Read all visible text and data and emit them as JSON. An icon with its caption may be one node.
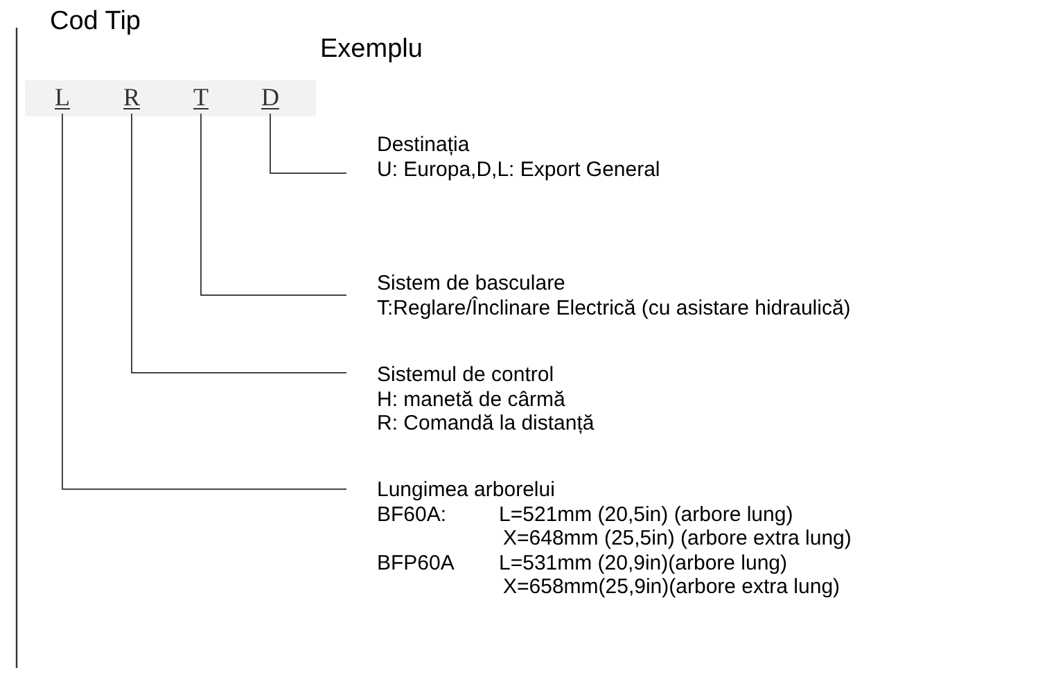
{
  "diagram": {
    "title": "Cod Tip",
    "nodes": [
      {
        "text": [
          "L"
        ]
      },
      {
        "text": [
          "R"
        ]
      },
      {
        "text": [
          "T"
        ]
      },
      {
        "text": [
          "D"
        ]
      },
      {
        "text": [
          "Destinația",
          "U: Europa,D,L: Export General"
        ]
      },
      {
        "text": [
          "Sistem de basculare",
          "T:Reglare/Înclinare Electrică (cu asistare hidraulică)"
        ]
      },
      {
        "text": [
          "Sistemul de control",
          "H:  manetă de cârmă",
          "R:  Comandă la distanță"
        ]
      },
      {
        "text": [
          "Lungimea arborelui",
          "BF60A:",
          "L=521mm (20,5in) (arbore lung)",
          "X=648mm (25,5in) (arbore extra lung)",
          "BFP60A",
          "L=531mm (20,9in)(arbore lung)",
          "X=658mm(25,9in)(arbore extra lung)"
        ]
      }
    ],
    "edges": [
      {
        "from": 3,
        "to": 4,
        "arrow": "none"
      },
      {
        "from": 2,
        "to": 5,
        "arrow": "none"
      },
      {
        "from": 1,
        "to": 6,
        "arrow": "none"
      },
      {
        "from": 0,
        "to": 7,
        "arrow": "none"
      }
    ],
    "labels": [
      "Exemplu"
    ]
  }
}
